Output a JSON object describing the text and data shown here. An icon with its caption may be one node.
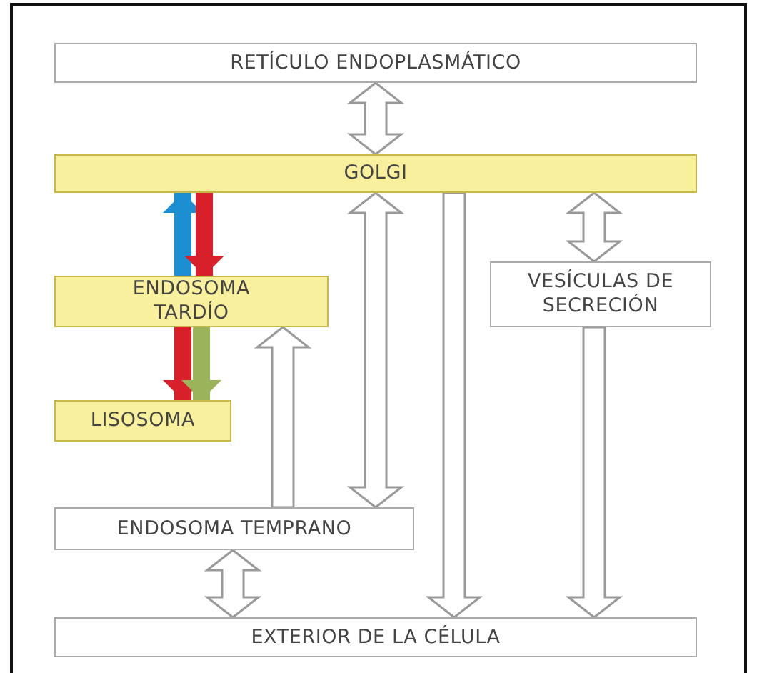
{
  "diagram": {
    "nodes": [
      {
        "text": [
          "RETÍCULO ENDOPLASMÁTICO"
        ]
      },
      {
        "text": [
          "GOLGI"
        ]
      },
      {
        "text": [
          "ENDOSOMA TARDÍO"
        ]
      },
      {
        "text": [
          "VESÍCULAS DE SECRECIÓN"
        ]
      },
      {
        "text": [
          "LISOSOMA"
        ]
      },
      {
        "text": [
          "ENDOSOMA TEMPRANO"
        ]
      },
      {
        "text": [
          "EXTERIOR DE LA CÉLULA"
        ]
      }
    ],
    "edges": [
      {
        "from": 0,
        "to": 1,
        "arrow": "both"
      },
      {
        "from": 2,
        "to": 1,
        "arrow": "to",
        "color": "#1b8fd2"
      },
      {
        "from": 1,
        "to": 2,
        "arrow": "to",
        "color": "#d8202a"
      },
      {
        "from": 1,
        "to": 3,
        "arrow": "both"
      },
      {
        "from": 2,
        "to": 4,
        "arrow": "to",
        "color": "#d8202a"
      },
      {
        "from": 2,
        "to": 4,
        "arrow": "to",
        "color": "#9bb35a"
      },
      {
        "from": 5,
        "to": 2,
        "arrow": "to"
      },
      {
        "from": 1,
        "to": 5,
        "arrow": "both"
      },
      {
        "from": 1,
        "to": 6,
        "arrow": "to"
      },
      {
        "from": 3,
        "to": 6,
        "arrow": "to"
      },
      {
        "from": 5,
        "to": 6,
        "arrow": "both"
      }
    ]
  }
}
